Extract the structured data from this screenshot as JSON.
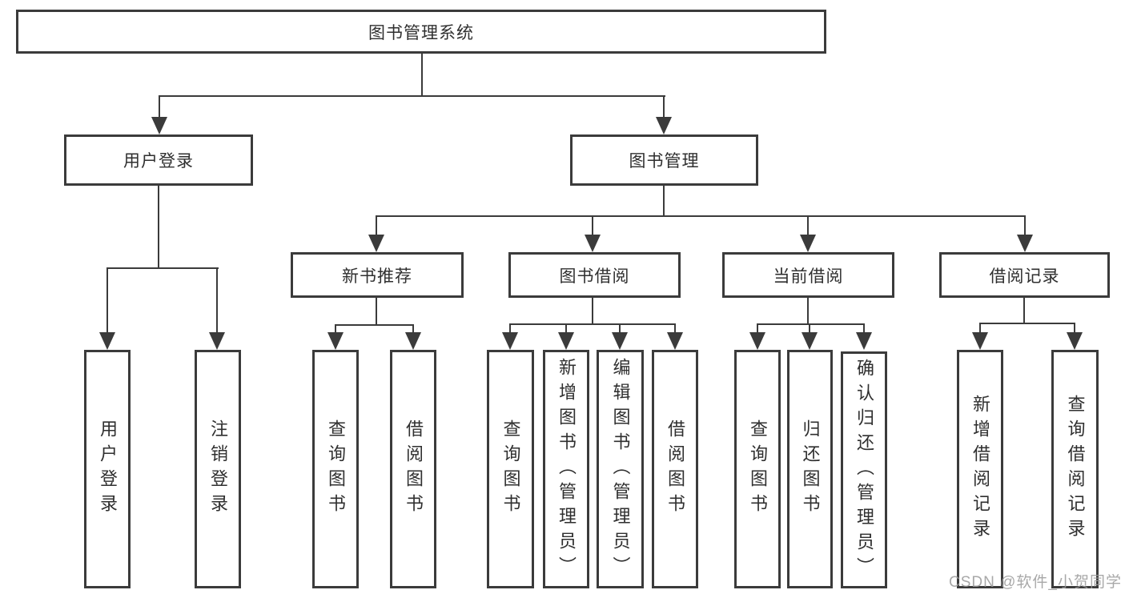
{
  "diagram": {
    "root": "图书管理系统",
    "level2": {
      "user_login": "用户登录",
      "book_management": "图书管理"
    },
    "user_login_children": [
      "用户登录",
      "注销登录"
    ],
    "modules": [
      "新书推荐",
      "图书借阅",
      "当前借阅",
      "借阅记录"
    ],
    "new_book_children": [
      "查询图书",
      "借阅图书"
    ],
    "book_borrow_children": [
      "查询图书",
      "新增图书（管理员）",
      "编辑图书（管理员）",
      "借阅图书"
    ],
    "current_borrow_children": [
      "查询图书",
      "归还图书",
      "确认归还（管理员）"
    ],
    "borrow_record_children": [
      "新增借阅记录",
      "查询借阅记录"
    ]
  },
  "watermark": "CSDN @软件_小贺同学",
  "colors": {
    "line": "#3b3b3b",
    "text": "#2f2f2f",
    "background": "#ffffff",
    "watermark": "#9a9a9a"
  }
}
